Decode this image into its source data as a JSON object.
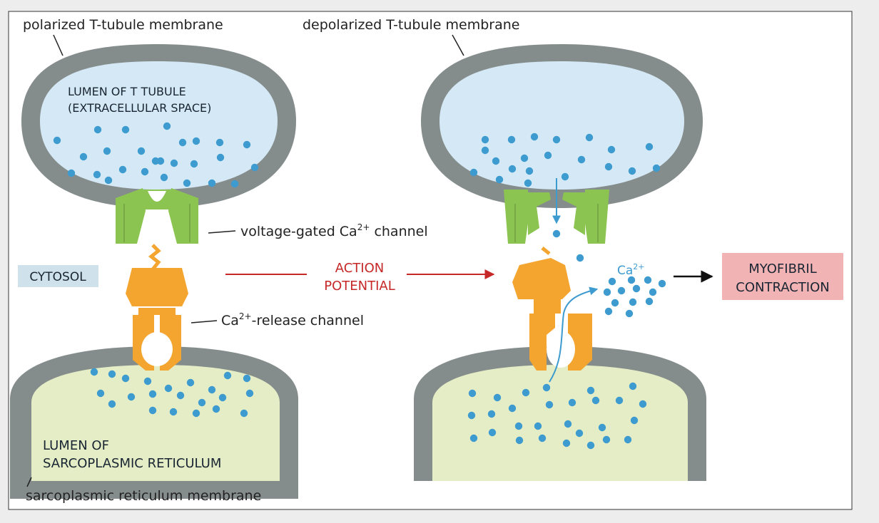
{
  "labels": {
    "polarized_membrane": "polarized T-tubule membrane",
    "depolarized_membrane": "depolarized T-tubule membrane",
    "lumen_t_tubule_line1": "LUMEN OF T TUBULE",
    "lumen_t_tubule_line2": "(EXTRACELLULAR SPACE)",
    "voltage_gated_prefix": "voltage-gated Ca",
    "voltage_gated_sup": "2+",
    "voltage_gated_suffix": " channel",
    "cytosol": "CYTOSOL",
    "action_line1": "ACTION",
    "action_line2": "POTENTIAL",
    "release_prefix": "Ca",
    "release_sup": "2+",
    "release_suffix": "-release channel",
    "ion_label": "Ca",
    "ion_sup": "2+",
    "myofibril_line1": "MYOFIBRIL",
    "myofibril_line2": "CONTRACTION",
    "lumen_sr_line1": "LUMEN OF",
    "lumen_sr_line2": "SARCOPLASMIC RETICULUM",
    "sr_membrane": "sarcoplasmic reticulum membrane"
  },
  "colors": {
    "membrane": "#858c8c",
    "t_tubule_lumen": "#d4e9f5",
    "sr_lumen": "#e4edc5",
    "calcium_ion": "#3d9bd0",
    "voltage_channel": "#8cc451",
    "release_channel": "#f3a530",
    "action_arrow": "#c62828",
    "cytosol_box": "#cfe1ea",
    "myofibril_box": "#f1b3b3"
  }
}
